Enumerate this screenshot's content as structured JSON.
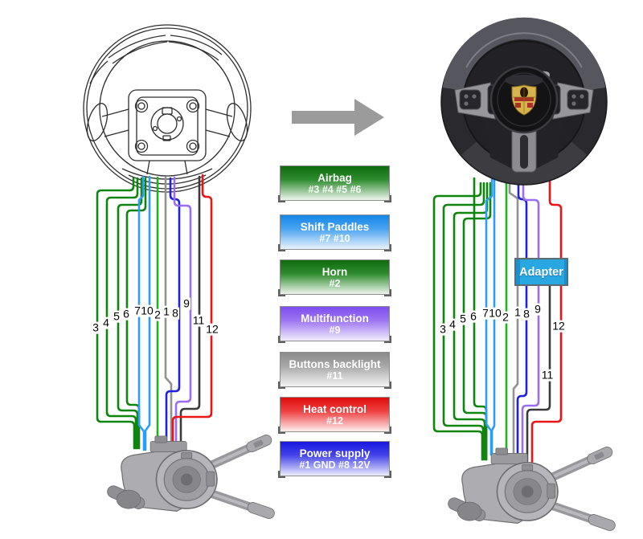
{
  "diagram": {
    "subject": "steering wheel retrofit wiring diagram",
    "arrow_color": "#9b9b9b"
  },
  "legend": {
    "items": [
      {
        "title": "Airbag",
        "pins": "#3 #4 #5 #6",
        "color_top": "#0e6b0e"
      },
      {
        "title": "Shift Paddles",
        "pins": "#7 #10",
        "color_top": "#1486e8"
      },
      {
        "title": "Horn",
        "pins": "#2",
        "color_top": "#0e6b0e"
      },
      {
        "title": "Multifunction",
        "pins": "#9",
        "color_top": "#7e4ef0"
      },
      {
        "title": "Buttons backlight",
        "pins": "#11",
        "color_top": "#8a8a8a"
      },
      {
        "title": "Heat control",
        "pins": "#12",
        "color_top": "#df0c0c"
      },
      {
        "title": "Power supply",
        "pins": "#1 GND #8 12V",
        "color_top": "#1717e0"
      }
    ]
  },
  "adapter": {
    "label": "Adapter",
    "color": "#29a7e0"
  },
  "labels": {
    "left": [
      "3",
      "4",
      "5",
      "6",
      "7",
      "10",
      "2",
      "1",
      "8",
      "9",
      "11",
      "12"
    ],
    "right": [
      "3",
      "4",
      "5",
      "6",
      "7",
      "10",
      "2",
      "1",
      "8",
      "9",
      "11",
      "12"
    ]
  },
  "wire_colors": {
    "airbag_3_4_5_6": "#0f840f",
    "shift_paddles_7_10": "#2d9cf4",
    "horn_2": "#1db41d",
    "power_gnd_1": "#919191",
    "power_12v_8": "#2222dd",
    "multifunction_9": "#9b6df2",
    "backlight_11": "#3b3b3b",
    "heat_control_12": "#ea1515"
  }
}
